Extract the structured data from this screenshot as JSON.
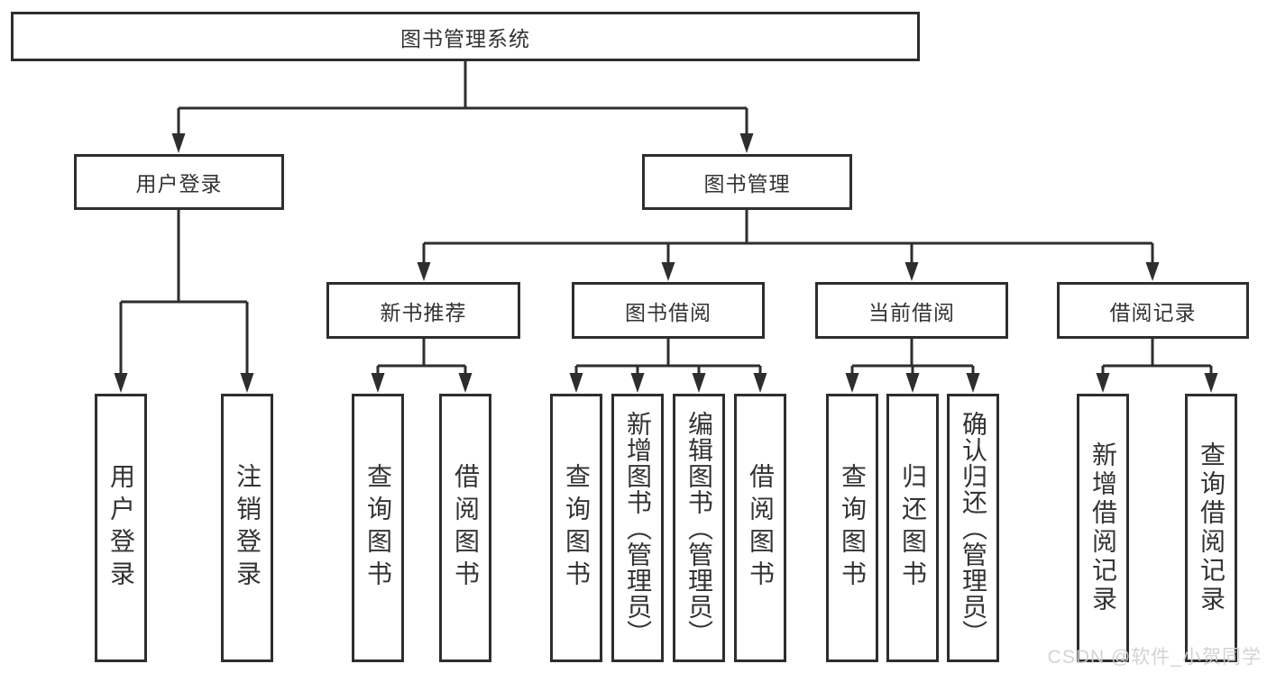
{
  "colors": {
    "line": "#2e2e2e",
    "text": "#333333",
    "background": "#ffffff",
    "watermark": "#cfcfcf"
  },
  "tree": {
    "root": "图书管理系统",
    "branches": [
      {
        "label": "用户登录",
        "children": [
          "用户登录",
          "注销登录"
        ]
      },
      {
        "label": "图书管理",
        "groups": [
          {
            "label": "新书推荐",
            "children": [
              "查询图书",
              "借阅图书"
            ]
          },
          {
            "label": "图书借阅",
            "children": [
              "查询图书",
              "新增图书（管理员）",
              "编辑图书（管理员）",
              "借阅图书"
            ]
          },
          {
            "label": "当前借阅",
            "children": [
              "查询图书",
              "归还图书",
              "确认归还（管理员）"
            ]
          },
          {
            "label": "借阅记录",
            "children": [
              "新增借阅记录",
              "查询借阅记录"
            ]
          }
        ]
      }
    ]
  },
  "watermark": {
    "text": "CSDN @软件_小贺同学"
  }
}
